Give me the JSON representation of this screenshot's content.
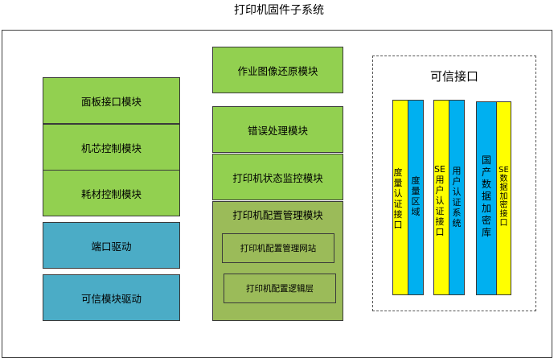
{
  "title": "打印机固件子系统",
  "left_column": [
    {
      "label": "面板接口模块"
    },
    {
      "label": "机芯控制模块"
    },
    {
      "label": "耗材控制模块"
    },
    {
      "label": "端口驱动"
    },
    {
      "label": "可信模块驱动"
    }
  ],
  "middle_column": {
    "image_restore": "作业图像还原模块",
    "error_handling": "错误处理模块",
    "status_monitor": "打印机状态监控模块",
    "config_group": {
      "title": "打印机配置管理模块",
      "web": "打印机配置管理网站",
      "logic": "打印机配置逻辑层"
    }
  },
  "trusted_interface": {
    "title": "可信接口",
    "columns": [
      {
        "label": "度量认证接口"
      },
      {
        "label": "度量区域"
      },
      {
        "label": "SE用户认证接口"
      },
      {
        "label": "用户认证系统"
      },
      {
        "label": "国产数据加密库"
      },
      {
        "label": "SE数据加密接口"
      }
    ]
  },
  "colors": {
    "green": "#92d050",
    "blue": "#4bacc6",
    "olive": "#9bbb59",
    "yellow": "#ffff00",
    "cyan": "#00b0f0"
  }
}
